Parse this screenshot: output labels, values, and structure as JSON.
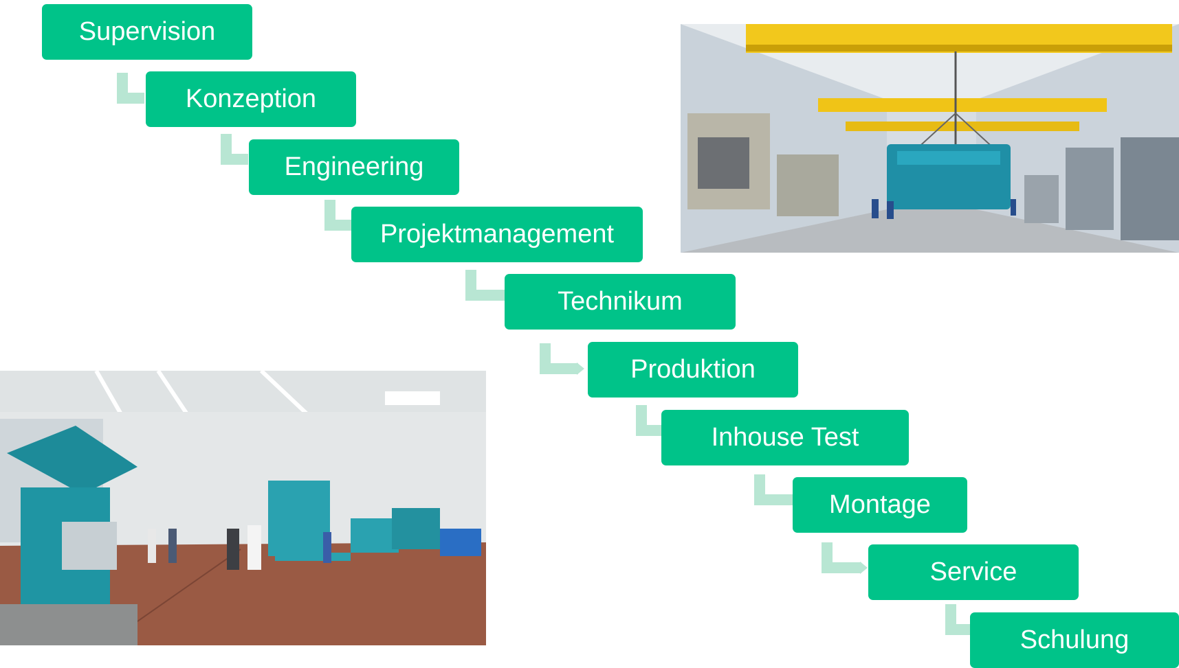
{
  "diagram": {
    "steps": [
      {
        "name": "step-supervision",
        "label": "Supervision"
      },
      {
        "name": "step-konzeption",
        "label": "Konzeption"
      },
      {
        "name": "step-engineering",
        "label": "Engineering"
      },
      {
        "name": "step-projektmanagement",
        "label": "Projektmanagement"
      },
      {
        "name": "step-technikum",
        "label": "Technikum"
      },
      {
        "name": "step-produktion",
        "label": "Produktion"
      },
      {
        "name": "step-inhouse-test",
        "label": "Inhouse Test"
      },
      {
        "name": "step-montage",
        "label": "Montage"
      },
      {
        "name": "step-service",
        "label": "Service"
      },
      {
        "name": "step-schulung",
        "label": "Schulung"
      }
    ]
  },
  "colors": {
    "box": "#00c389",
    "connector": "#b8e6d3",
    "text": "#ffffff"
  },
  "images": [
    {
      "name": "factory-hall-crane-photo",
      "icon": "factory-crane-photo"
    },
    {
      "name": "lab-machines-photo",
      "icon": "laboratory-photo"
    }
  ]
}
